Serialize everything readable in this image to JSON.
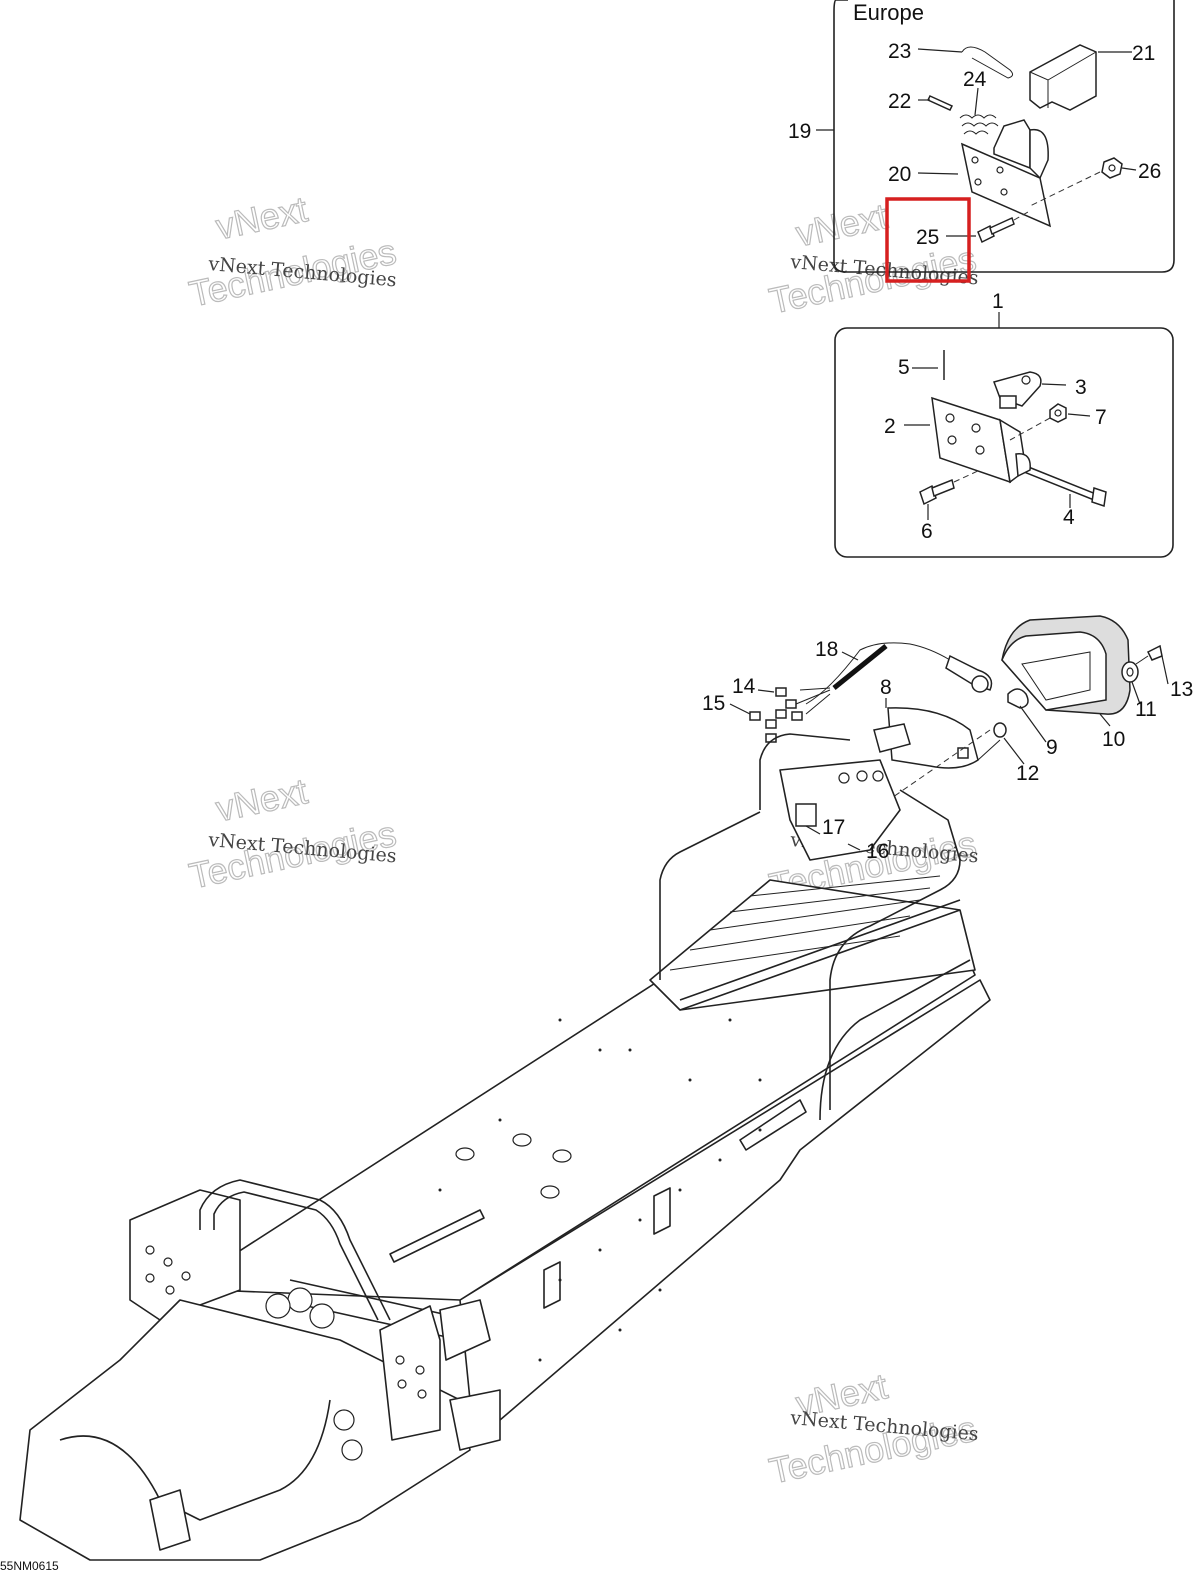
{
  "panels": {
    "europe": {
      "title": "Europe"
    }
  },
  "callouts": {
    "c1": "1",
    "c2": "2",
    "c3": "3",
    "c4": "4",
    "c5": "5",
    "c6": "6",
    "c7": "7",
    "c8": "8",
    "c9": "9",
    "c10": "10",
    "c11": "11",
    "c12": "12",
    "c13": "13",
    "c14": "14",
    "c15": "15",
    "c16": "16",
    "c17": "17",
    "c18": "18",
    "c19": "19",
    "c20": "20",
    "c21": "21",
    "c22": "22",
    "c23": "23",
    "c24": "24",
    "c25": "25",
    "c26": "26"
  },
  "highlighted_callout": "25",
  "watermark": {
    "line1": "vNext Technologies",
    "line2a": "vNext",
    "line2b": "Technologies"
  },
  "footer": {
    "code": "55NM0615"
  },
  "colors": {
    "highlight": "#d61f1f",
    "ink": "#222222",
    "background": "#ffffff"
  }
}
